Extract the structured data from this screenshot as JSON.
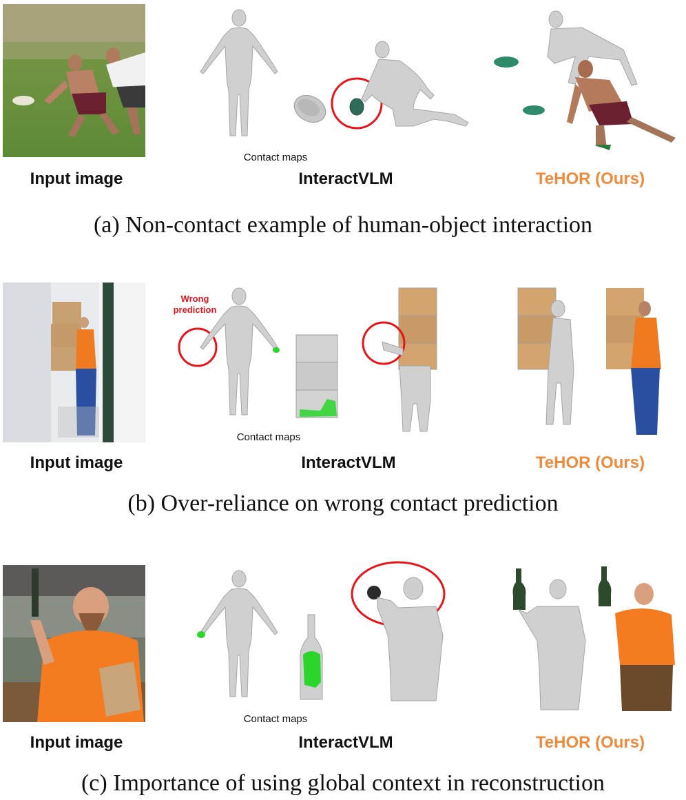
{
  "colors": {
    "ours": "#ee8a3c",
    "highlight": "#e8141a",
    "contact": "#2bd62b",
    "mesh": "#cfcfcf"
  },
  "panels": [
    {
      "id": "a",
      "input_label": "Input image",
      "contact_label": "Contact maps",
      "method_label": "InteractVLM",
      "ours_label": "TeHOR (Ours)",
      "caption": "(a) Non-contact example of human-object interaction"
    },
    {
      "id": "b",
      "input_label": "Input image",
      "contact_label": "Contact maps",
      "method_label": "InteractVLM",
      "ours_label": "TeHOR (Ours)",
      "annotation": "Wrong prediction",
      "caption": "(b) Over-reliance on wrong contact prediction"
    },
    {
      "id": "c",
      "input_label": "Input image",
      "contact_label": "Contact maps",
      "method_label": "InteractVLM",
      "ours_label": "TeHOR (Ours)",
      "caption": "(c) Importance of using global context in reconstruction"
    }
  ]
}
